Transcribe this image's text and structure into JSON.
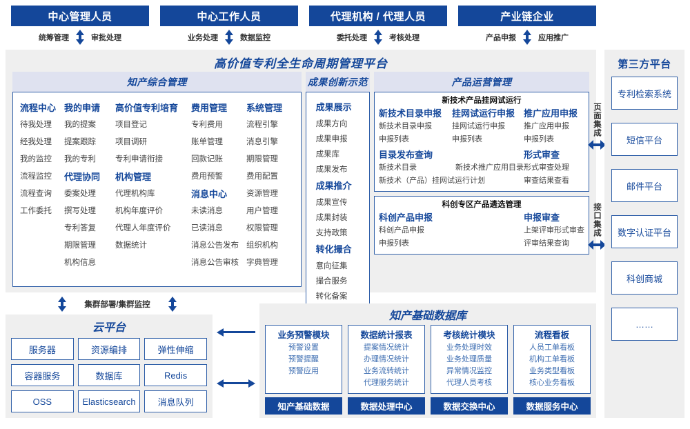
{
  "roles": [
    {
      "title": "中心管理人员",
      "left": "统筹管理",
      "right": "审批处理"
    },
    {
      "title": "中心工作人员",
      "left": "业务处理",
      "right": "数据监控"
    },
    {
      "title": "代理机构 / 代理人员",
      "left": "委托处理",
      "right": "考核处理"
    },
    {
      "title": "产业链企业",
      "left": "产品申报",
      "right": "应用推广"
    }
  ],
  "platform": {
    "title": "高价值专利全生命周期管理平台",
    "col_a": {
      "header": "知产综合管理",
      "columns": [
        {
          "items": [
            {
              "t": "h",
              "x": "流程中心"
            },
            {
              "t": "i",
              "x": "待我处理"
            },
            {
              "t": "i",
              "x": "经我处理"
            },
            {
              "t": "i",
              "x": "我的监控"
            },
            {
              "t": "i",
              "x": "流程监控"
            },
            {
              "t": "i",
              "x": "流程查询"
            },
            {
              "t": "i",
              "x": "工作委托"
            }
          ]
        },
        {
          "items": [
            {
              "t": "h",
              "x": "我的申请"
            },
            {
              "t": "i",
              "x": "我的提案"
            },
            {
              "t": "i",
              "x": "提案跟踪"
            },
            {
              "t": "i",
              "x": "我的专利"
            },
            {
              "t": "h",
              "x": "代理协同"
            },
            {
              "t": "i",
              "x": "委案处理"
            },
            {
              "t": "i",
              "x": "撰写处理"
            },
            {
              "t": "i",
              "x": "专利答复"
            },
            {
              "t": "i",
              "x": "期限管理"
            },
            {
              "t": "i",
              "x": "机构信息"
            }
          ]
        },
        {
          "items": [
            {
              "t": "h",
              "x": "高价值专利培育"
            },
            {
              "t": "i",
              "x": "项目登记"
            },
            {
              "t": "i",
              "x": "项目调研"
            },
            {
              "t": "i",
              "x": "专利申请衔接"
            },
            {
              "t": "h",
              "x": "机构管理"
            },
            {
              "t": "i",
              "x": "代理机构库"
            },
            {
              "t": "i",
              "x": "机构年度评价"
            },
            {
              "t": "i",
              "x": "代理人年度评价"
            },
            {
              "t": "i",
              "x": "数据统计"
            }
          ]
        },
        {
          "items": [
            {
              "t": "h",
              "x": "费用管理"
            },
            {
              "t": "i",
              "x": "专利费用"
            },
            {
              "t": "i",
              "x": "账单管理"
            },
            {
              "t": "i",
              "x": "回款记账"
            },
            {
              "t": "i",
              "x": "费用预警"
            },
            {
              "t": "h",
              "x": "消息中心"
            },
            {
              "t": "i",
              "x": "未读消息"
            },
            {
              "t": "i",
              "x": "已读消息"
            },
            {
              "t": "i",
              "x": "消息公告发布"
            },
            {
              "t": "i",
              "x": "消息公告审核"
            }
          ]
        },
        {
          "items": [
            {
              "t": "h",
              "x": "系统管理"
            },
            {
              "t": "i",
              "x": "流程引擎"
            },
            {
              "t": "i",
              "x": "消息引擎"
            },
            {
              "t": "i",
              "x": "期限管理"
            },
            {
              "t": "i",
              "x": "费用配置"
            },
            {
              "t": "i",
              "x": "资源管理"
            },
            {
              "t": "i",
              "x": "用户管理"
            },
            {
              "t": "i",
              "x": "权限管理"
            },
            {
              "t": "i",
              "x": "组织机构"
            },
            {
              "t": "i",
              "x": "字典管理"
            }
          ]
        }
      ]
    },
    "col_b": {
      "header": "成果创新示范",
      "items": [
        {
          "t": "h",
          "x": "成果展示"
        },
        {
          "t": "i",
          "x": "成果方向"
        },
        {
          "t": "i",
          "x": "成果申报"
        },
        {
          "t": "i",
          "x": "成果库"
        },
        {
          "t": "i",
          "x": "成果发布"
        },
        {
          "t": "h",
          "x": "成果推介"
        },
        {
          "t": "i",
          "x": "成果宣传"
        },
        {
          "t": "i",
          "x": "成果封装"
        },
        {
          "t": "i",
          "x": "支持政策"
        },
        {
          "t": "h",
          "x": "转化撮合"
        },
        {
          "t": "i",
          "x": "意向征集"
        },
        {
          "t": "i",
          "x": "撮合服务"
        },
        {
          "t": "i",
          "x": "转化备案"
        }
      ]
    },
    "col_c": {
      "header": "产品运营管理",
      "box1": {
        "title": "新技术产品挂网试运行",
        "row1": [
          {
            "hdr": "新技术目录申报",
            "items": [
              "新技术目录申报",
              "申报列表"
            ]
          },
          {
            "hdr": "挂网试运行申报",
            "items": [
              "挂网试运行申报",
              "申报列表"
            ]
          },
          {
            "hdr": "推广应用申报",
            "items": [
              "推广应用申报",
              "申报列表"
            ]
          }
        ],
        "row2_left_hdr": "目录发布查询",
        "row2_left_line1a": "新技术目录",
        "row2_left_line1b": "新技术推广应用目录",
        "row2_left_line2": "新技术（产品）挂网试运行计划",
        "row2_right_hdr": "形式审查",
        "row2_right_items": [
          "形式审查处理",
          "审查结果查看"
        ]
      },
      "box2": {
        "title": "科创专区产品遴选管理",
        "cols": [
          {
            "hdr": "科创产品申报",
            "items": [
              "科创产品申报",
              "申报列表"
            ]
          },
          {
            "hdr": "申报审查",
            "items": [
              "上架评审形式审查",
              "评审结果查询"
            ]
          }
        ]
      }
    }
  },
  "integration": [
    {
      "label": "页面集成"
    },
    {
      "label": "接口集成"
    }
  ],
  "third_party": {
    "title": "第三方平台",
    "items": [
      "专利检索系统",
      "短信平台",
      "邮件平台",
      "数字认证平台",
      "科创商城",
      "……"
    ]
  },
  "cluster_label": "集群部署/集群监控",
  "cloud": {
    "title": "云平台",
    "cells": [
      "服务器",
      "资源编排",
      "弹性伸缩",
      "容器服务",
      "数据库",
      "Redis",
      "OSS",
      "Elasticsearch",
      "消息队列"
    ]
  },
  "database": {
    "title": "知产基础数据库",
    "columns": [
      {
        "header": "业务预警模块",
        "items": [
          "预警设置",
          "预警提醒",
          "预警应用"
        ],
        "footer": "知产基础数据"
      },
      {
        "header": "数据统计报表",
        "items": [
          "提案情况统计",
          "办理情况统计",
          "业务流转统计",
          "代理服务统计"
        ],
        "footer": "数据处理中心"
      },
      {
        "header": "考核统计模块",
        "items": [
          "业务处理时效",
          "业务处理质量",
          "异常情况监控",
          "代理人员考核"
        ],
        "footer": "数据交换中心"
      },
      {
        "header": "流程看板",
        "items": [
          "人员工单看板",
          "机构工单看板",
          "业务类型看板",
          "核心业务看板"
        ],
        "footer": "数据服务中心"
      }
    ]
  },
  "colors": {
    "brand": "#14479a",
    "border": "#2f5fa8",
    "panel": "#efefef",
    "header": "#dfe2f0"
  }
}
